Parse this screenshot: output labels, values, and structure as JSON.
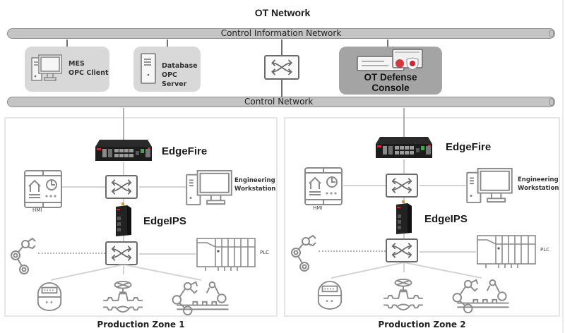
{
  "diagram": {
    "title": "OT Network",
    "buses": {
      "info": "Control Information Network",
      "control": "Control Network"
    },
    "hosts": [
      {
        "name": "MES",
        "subtitle": "OPC Client",
        "icon": "desktop-computer-icon"
      },
      {
        "name": "Database",
        "subtitle": "OPC Server",
        "icon": "server-tower-icon"
      }
    ],
    "console": {
      "line1": "OT Defense",
      "line2": "Console",
      "icon": "security-console-icon"
    },
    "zones": [
      {
        "title": "Production Zone 1",
        "firewall": "EdgeFire",
        "ips": "EdgeIPS",
        "hmi": "HMI",
        "workstation": {
          "line1": "Engineering",
          "line2": "Workstation"
        },
        "plc": "PLC",
        "field_devices": [
          "robot-arm-icon",
          "meter-icon",
          "valve-icon",
          "assembly-line-icon"
        ]
      },
      {
        "title": "Production Zone 2",
        "firewall": "EdgeFire",
        "ips": "EdgeIPS",
        "hmi": "HMI",
        "workstation": {
          "line1": "Engineering",
          "line2": "Workstation"
        },
        "plc": "PLC",
        "field_devices": [
          "robot-arm-icon",
          "meter-icon",
          "valve-icon",
          "assembly-line-icon"
        ]
      }
    ],
    "colors": {
      "bus": "#c4c4c4",
      "host_box": "#d8d8d8",
      "console_box": "#a4a4a4",
      "accent_red": "#d3232a"
    }
  }
}
